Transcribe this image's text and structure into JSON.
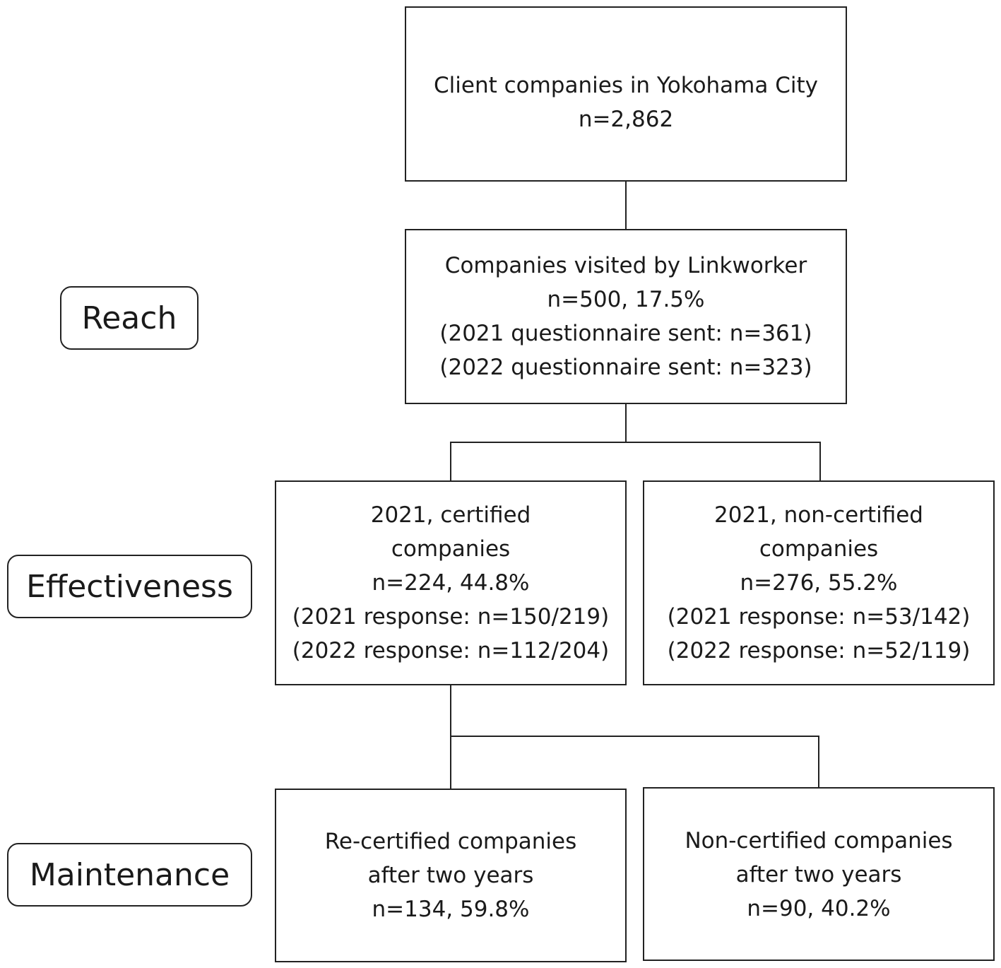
{
  "stages": {
    "reach": "Reach",
    "effectiveness": "Effectiveness",
    "maintenance": "Maintenance"
  },
  "boxes": {
    "clients": [
      "Client companies in Yokohama City",
      "n=2,862"
    ],
    "visited": [
      "Companies visited by Linkworker",
      "n=500, 17.5%",
      "(2021 questionnaire sent: n=361)",
      "(2022 questionnaire sent: n=323)"
    ],
    "certified": [
      "2021, certified",
      "companies",
      "n=224, 44.8%",
      "(2021 response: n=150/219)",
      "(2022 response: n=112/204)"
    ],
    "noncertified": [
      "2021, non-certified",
      "companies",
      "n=276, 55.2%",
      "(2021 response: n=53/142)",
      "(2022 response: n=52/119)"
    ],
    "recertified": [
      "Re-certified companies",
      "after two years",
      "n=134, 59.8%"
    ],
    "nonrecertified": [
      "Non-certified companies",
      "after two years",
      "n=90, 40.2%"
    ]
  }
}
